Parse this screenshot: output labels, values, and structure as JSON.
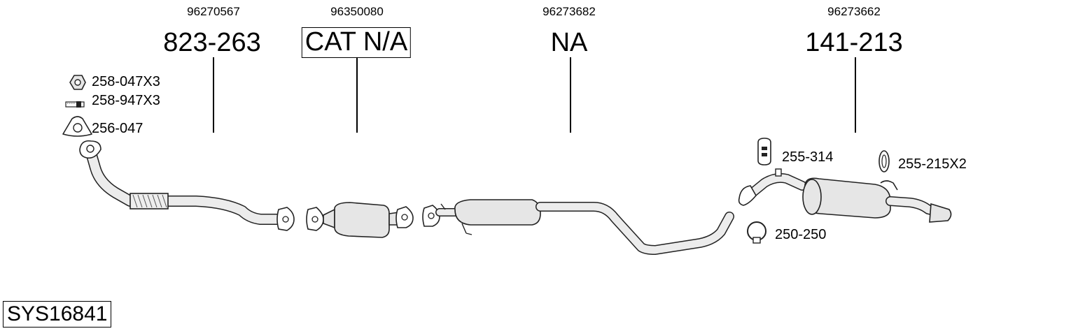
{
  "oem_numbers": [
    "96270567",
    "96350080",
    "96273682",
    "96273662"
  ],
  "part_numbers": [
    "823-263",
    "CAT N/A",
    "NA",
    "141-213"
  ],
  "accessories_left": [
    {
      "icon": "nut-icon",
      "label": "258-047X3"
    },
    {
      "icon": "bolt-icon",
      "label": "258-947X3"
    },
    {
      "icon": "gasket-icon",
      "label": "256-047"
    }
  ],
  "accessories_right": [
    {
      "icon": "rubber-hanger-icon",
      "label": "255-314"
    },
    {
      "icon": "rubber-ring-icon",
      "label": "255-215X2"
    },
    {
      "icon": "clamp-icon",
      "label": "250-250"
    }
  ],
  "system_code": "SYS16841"
}
